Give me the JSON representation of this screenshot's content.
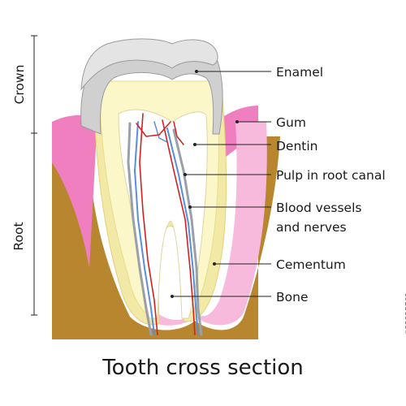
{
  "title": "Tooth cross section",
  "side_labels": {
    "crown": "Crown",
    "root": "Root"
  },
  "labels": [
    {
      "key": "enamel",
      "lines": [
        "Enamel"
      ]
    },
    {
      "key": "gum",
      "lines": [
        "Gum"
      ]
    },
    {
      "key": "dentin",
      "lines": [
        "Dentin"
      ]
    },
    {
      "key": "pulp",
      "lines": [
        "Pulp in root canal"
      ]
    },
    {
      "key": "vessels",
      "lines": [
        "Blood vessels",
        "and nerves"
      ]
    },
    {
      "key": "cementum",
      "lines": [
        "Cementum"
      ]
    },
    {
      "key": "bone",
      "lines": [
        "Bone"
      ]
    }
  ],
  "stock_id": "#83025761",
  "colors": {
    "bone": "#b8862e",
    "gum": "#f07fbf",
    "gum_light": "#f7b9dc",
    "cementum": "#f3e9a6",
    "dentin": "#fbf7c8",
    "enamel": "#d0d0d0",
    "enamel_outline": "#9a9a9a",
    "pulp": "#ffffff",
    "artery": "#d42020",
    "vein": "#5a8fd8",
    "nerve": "#9aa0a8"
  }
}
